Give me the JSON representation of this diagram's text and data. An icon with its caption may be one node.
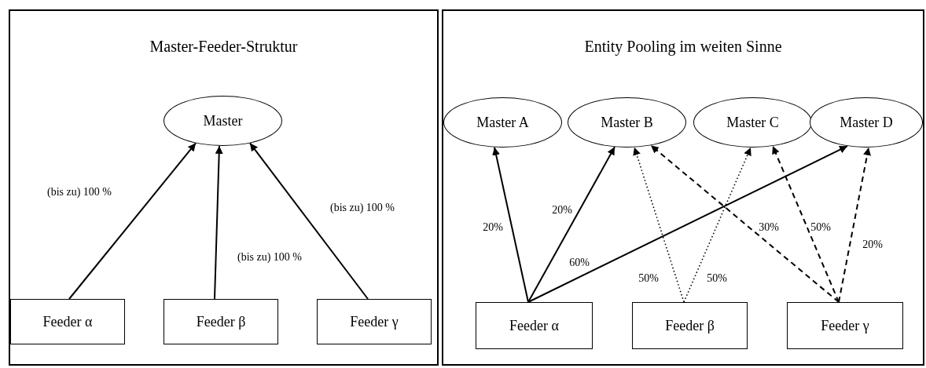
{
  "diagram": {
    "nodes": [
      {
        "text": [
          "Master-Feeder-Struktur"
        ]
      },
      {
        "text": [
          "Master"
        ],
        "in": 0
      },
      {
        "text": [
          "Feeder α"
        ],
        "in": 0
      },
      {
        "text": [
          "Feeder β"
        ],
        "in": 0
      },
      {
        "text": [
          "Feeder γ"
        ],
        "in": 0
      },
      {
        "text": [
          "Entity Pooling im weiten Sinne"
        ]
      },
      {
        "text": [
          "Master A"
        ],
        "in": 5
      },
      {
        "text": [
          "Master B"
        ],
        "in": 5
      },
      {
        "text": [
          "Master C"
        ],
        "in": 5
      },
      {
        "text": [
          "Master D"
        ],
        "in": 5
      },
      {
        "text": [
          "Feeder α"
        ],
        "in": 5
      },
      {
        "text": [
          "Feeder β"
        ],
        "in": 5
      },
      {
        "text": [
          "Feeder γ"
        ],
        "in": 5
      }
    ],
    "edges": [
      {
        "from": 2,
        "to": 1,
        "arrow": "to",
        "label": "(bis zu) 100 %"
      },
      {
        "from": 3,
        "to": 1,
        "arrow": "to",
        "label": "(bis zu) 100 %"
      },
      {
        "from": 4,
        "to": 1,
        "arrow": "to",
        "label": "(bis zu) 100 %"
      },
      {
        "from": 10,
        "to": 6,
        "arrow": "to",
        "label": "20%"
      },
      {
        "from": 10,
        "to": 7,
        "arrow": "to",
        "label": "20%"
      },
      {
        "from": 10,
        "to": 9,
        "arrow": "to",
        "label": "60%"
      },
      {
        "from": 11,
        "to": 7,
        "arrow": "to",
        "label": "50%",
        "style": "dashed"
      },
      {
        "from": 11,
        "to": 8,
        "arrow": "to",
        "label": "50%",
        "style": "dashed"
      },
      {
        "from": 12,
        "to": 7,
        "arrow": "to",
        "label": "30%",
        "style": "dashed"
      },
      {
        "from": 12,
        "to": 8,
        "arrow": "to",
        "label": "50%",
        "style": "dashed"
      },
      {
        "from": 12,
        "to": 9,
        "arrow": "to",
        "label": "20%",
        "style": "dashed"
      }
    ]
  }
}
